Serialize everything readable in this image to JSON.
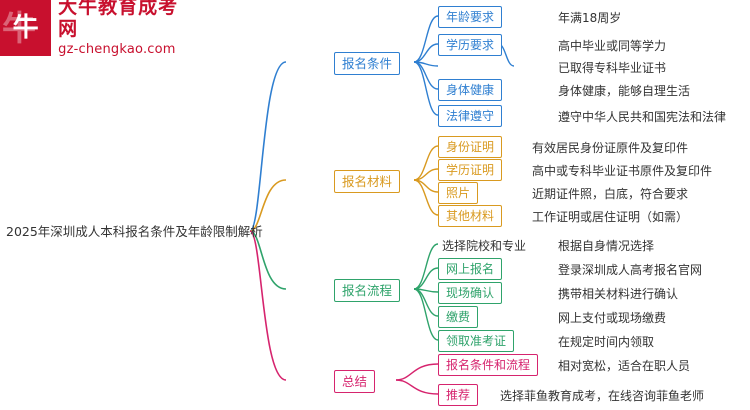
{
  "logo": {
    "badge_char": "牛",
    "title": "大牛教育成考网",
    "subtitle": "gz-chengkao.com"
  },
  "mindmap": {
    "root": "2025年深圳成人本科报名条件及年龄限制解析",
    "branches": [
      {
        "label": "报名条件",
        "color": "#2f7fd1",
        "items": [
          {
            "label": "年龄要求",
            "value": "年满18周岁"
          },
          {
            "label": "学历要求",
            "value": "高中毕业或同等学力"
          },
          {
            "label": "",
            "value": "已取得专科毕业证书"
          },
          {
            "label": "身体健康",
            "value": "身体健康，能够自理生活"
          },
          {
            "label": "法律遵守",
            "value": "遵守中华人民共和国宪法和法律"
          }
        ]
      },
      {
        "label": "报名材料",
        "color": "#d99a20",
        "items": [
          {
            "label": "身份证明",
            "value": "有效居民身份证原件及复印件"
          },
          {
            "label": "学历证明",
            "value": "高中或专科毕业证书原件及复印件"
          },
          {
            "label": "照片",
            "value": "近期证件照，白底，符合要求"
          },
          {
            "label": "其他材料",
            "value": "工作证明或居住证明（如需）"
          }
        ]
      },
      {
        "label": "报名流程",
        "color": "#2fa36b",
        "items": [
          {
            "label": "选择院校和专业",
            "value": "根据自身情况选择"
          },
          {
            "label": "网上报名",
            "value": "登录深圳成人高考报名官网"
          },
          {
            "label": "现场确认",
            "value": "携带相关材料进行确认"
          },
          {
            "label": "缴费",
            "value": "网上支付或现场缴费"
          },
          {
            "label": "领取准考证",
            "value": "在规定时间内领取"
          }
        ]
      },
      {
        "label": "总结",
        "color": "#d6246e",
        "items": [
          {
            "label": "报名条件和流程",
            "value": "相对宽松，适合在职人员"
          },
          {
            "label": "推荐",
            "value": "选择菲鱼教育成考，在线咨询菲鱼老师"
          }
        ]
      }
    ]
  }
}
